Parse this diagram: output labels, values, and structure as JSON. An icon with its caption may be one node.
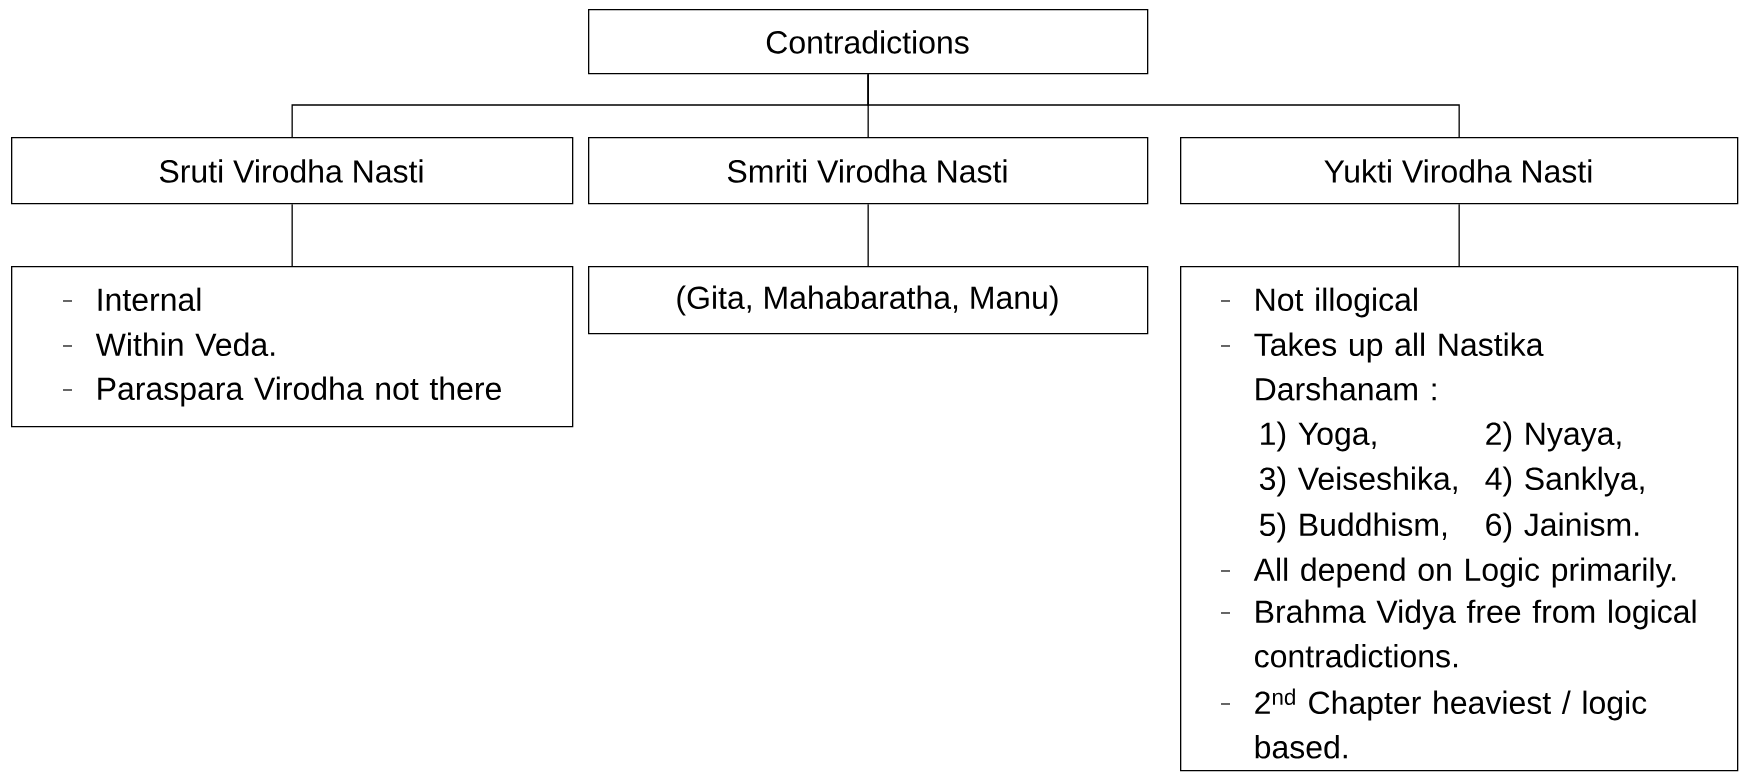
{
  "diagram": {
    "nodes": [
      {
        "text": [
          "Contradictions"
        ]
      },
      {
        "text": [
          "Sruti Virodha Nasti"
        ]
      },
      {
        "text": [
          "Smriti Virodha Nasti"
        ]
      },
      {
        "text": [
          "Yukti Virodha Nasti"
        ]
      },
      {
        "text": [
          "Internal",
          "Within Veda.",
          "Paraspara Virodha not there"
        ]
      },
      {
        "text": [
          "(Gita, Mahabaratha, Manu)"
        ]
      },
      {
        "text": [
          "Not illogical",
          "Takes up all Nastika Darshanam  :",
          "1) Yoga,",
          "2) Nyaya,",
          "3) Veiseshika,",
          "4) Sanklya,",
          "5) Buddhism,",
          "6) Jainism.",
          "All depend on Logic primarily.",
          "Brahma Vidya free from logical contradictions.",
          "2$^{nd}$ Chapter heaviest / logic based."
        ]
      }
    ],
    "edges": [
      {
        "from": 0,
        "to": 1,
        "arrow": "none"
      },
      {
        "from": 0,
        "to": 2,
        "arrow": "none"
      },
      {
        "from": 0,
        "to": 3,
        "arrow": "none"
      },
      {
        "from": 1,
        "to": 4,
        "arrow": "none"
      },
      {
        "from": 2,
        "to": 5,
        "arrow": "none"
      },
      {
        "from": 3,
        "to": 6,
        "arrow": "none"
      }
    ]
  }
}
